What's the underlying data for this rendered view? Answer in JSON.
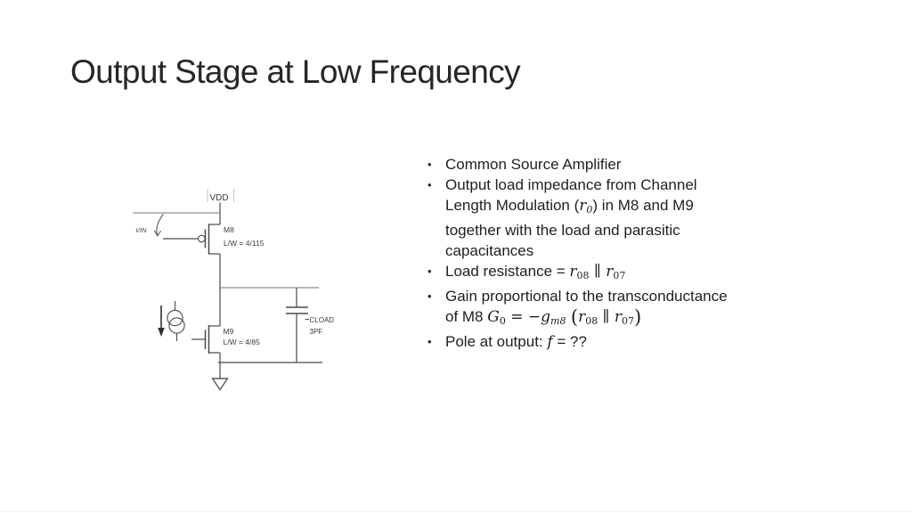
{
  "slide": {
    "title": "Output Stage at Low Frequency"
  },
  "bullet_char": "•",
  "bullets": [
    {
      "segments": [
        {
          "t": "Common Source Amplifier",
          "s": "p"
        }
      ]
    },
    {
      "segments": [
        {
          "t": "Output load impedance from Channel",
          "s": "p"
        },
        {
          "s": "br"
        },
        {
          "t": "Length Modulation (",
          "s": "p"
        },
        {
          "t": "r",
          "s": "v"
        },
        {
          "t": "0",
          "s": "si"
        },
        {
          "t": ") in M8 and M9",
          "s": "p"
        },
        {
          "s": "br"
        },
        {
          "t": "together with the load and parasitic",
          "s": "p"
        },
        {
          "s": "br"
        },
        {
          "t": "capacitances",
          "s": "p"
        }
      ]
    },
    {
      "segments": [
        {
          "t": "Load resistance = ",
          "s": "p"
        },
        {
          "t": "r",
          "s": "v"
        },
        {
          "t": "08",
          "s": "sub"
        },
        {
          "t": " ∥ ",
          "s": "m"
        },
        {
          "t": "r",
          "s": "v"
        },
        {
          "t": "07",
          "s": "sub"
        }
      ]
    },
    {
      "segments": [
        {
          "t": "Gain proportional to the transconductance",
          "s": "p"
        },
        {
          "s": "br"
        },
        {
          "t": "of M8",
          "s": "p"
        },
        {
          "t": "   ",
          "s": "p"
        },
        {
          "t": "G",
          "s": "v"
        },
        {
          "t": "0",
          "s": "sub"
        },
        {
          "t": " = −",
          "s": "m"
        },
        {
          "t": "g",
          "s": "v"
        },
        {
          "t": "m8",
          "s": "si"
        },
        {
          "t": " ",
          "s": "m"
        },
        {
          "t": "(",
          "s": "par"
        },
        {
          "t": "r",
          "s": "v"
        },
        {
          "t": "08",
          "s": "sub"
        },
        {
          "t": " ∥ ",
          "s": "m"
        },
        {
          "t": "r",
          "s": "v"
        },
        {
          "t": "07",
          "s": "sub"
        },
        {
          "t": ")",
          "s": "par"
        }
      ]
    },
    {
      "segments": [
        {
          "t": "Pole at output: ",
          "s": "p"
        },
        {
          "t": "f",
          "s": "v"
        },
        {
          "t": " = ??",
          "s": "p"
        }
      ]
    }
  ],
  "circuit": {
    "vdd": "VDD",
    "vin": "VIN",
    "m8_name": "M8",
    "m8_dim": "L/W = 4/115",
    "m9_name": "M9",
    "m9_dim": "L/W = 4/85",
    "cap_name": "CLOAD",
    "cap_value": "3PF"
  },
  "colors": {
    "wire": "#4a4a4a",
    "rail": "#8f8f8f",
    "textbox_bar": "#cccccc",
    "body_text": "#1f1f1f",
    "title_text": "#262626",
    "background": "#ffffff"
  }
}
